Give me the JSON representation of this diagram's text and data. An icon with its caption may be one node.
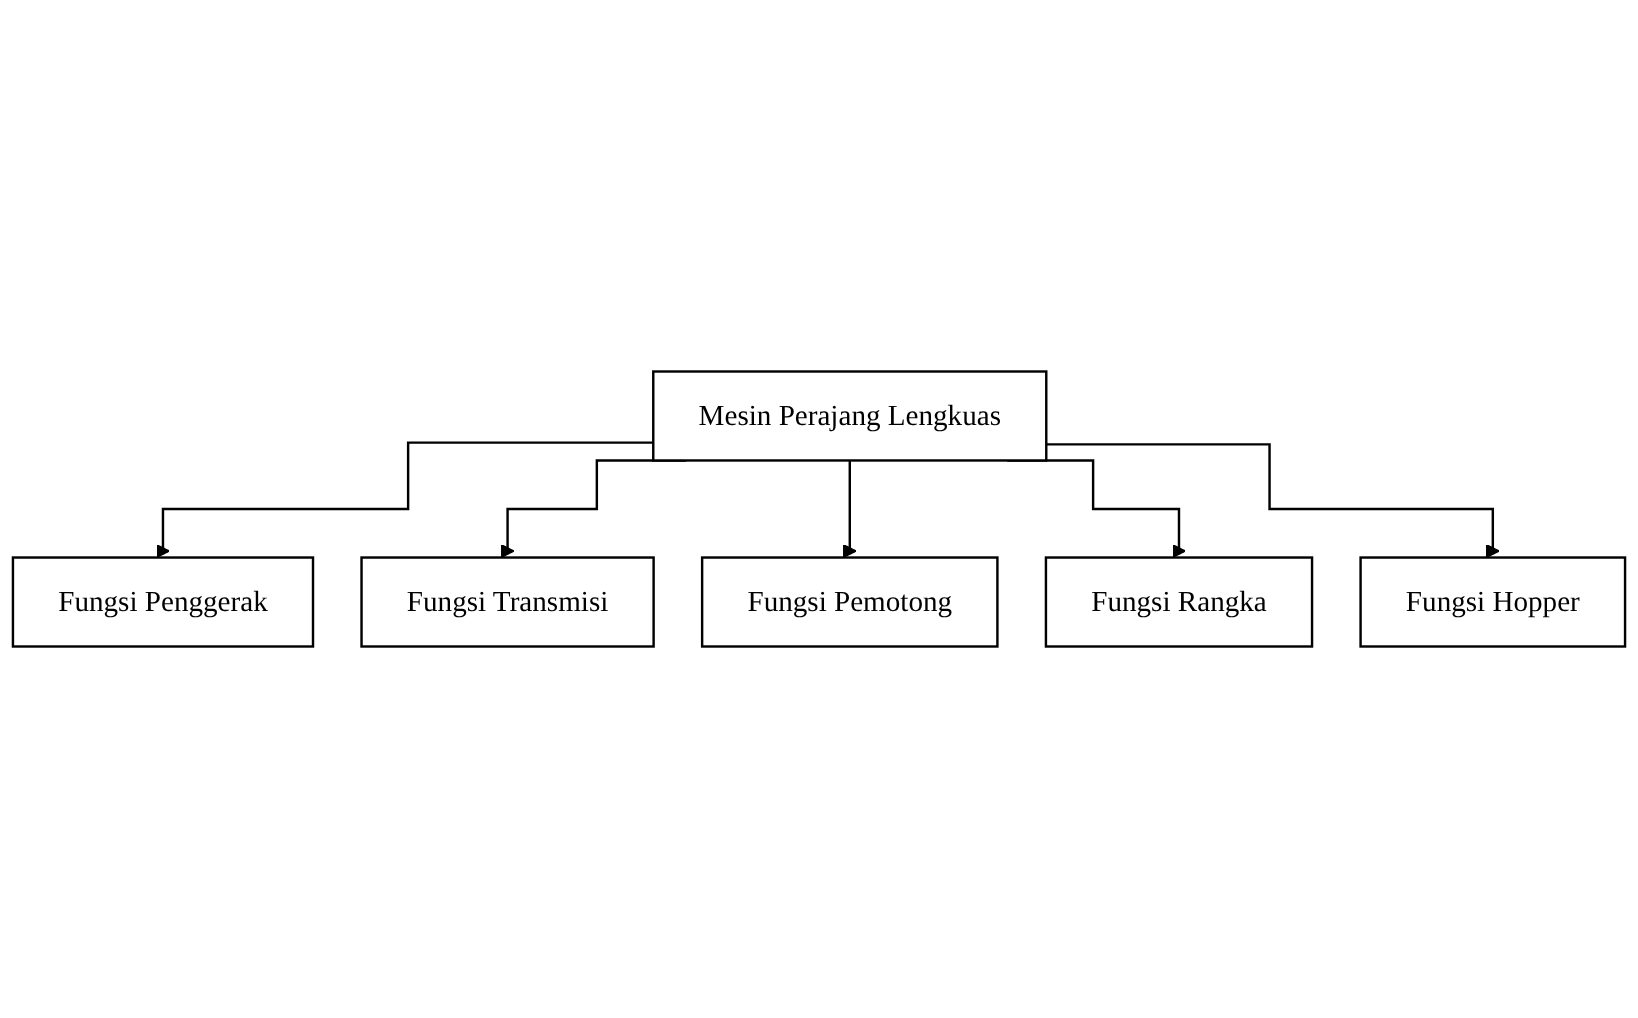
{
  "diagram": {
    "nodes": [
      {
        "text": [
          "Mesin Perajang Lengkuas"
        ]
      },
      {
        "text": [
          "Fungsi Penggerak"
        ]
      },
      {
        "text": [
          "Fungsi Transmisi"
        ]
      },
      {
        "text": [
          "Fungsi Pemotong"
        ]
      },
      {
        "text": [
          "Fungsi Rangka"
        ]
      },
      {
        "text": [
          "Fungsi Hopper"
        ]
      }
    ],
    "edges": [
      {
        "from": 0,
        "to": 1,
        "arrow": "to"
      },
      {
        "from": 0,
        "to": 2,
        "arrow": "to"
      },
      {
        "from": 0,
        "to": 3,
        "arrow": "to"
      },
      {
        "from": 0,
        "to": 4,
        "arrow": "to"
      },
      {
        "from": 0,
        "to": 5,
        "arrow": "to"
      }
    ]
  }
}
